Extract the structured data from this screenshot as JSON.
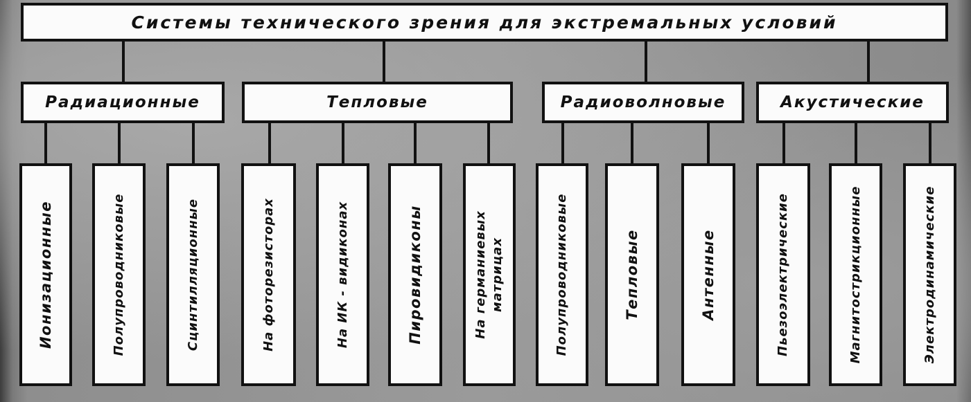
{
  "title": "Системы технического зрения для экстремальных условий",
  "categories": [
    {
      "label": "Радиационные",
      "items": [
        "Ионизационные",
        "Полупроводниковые",
        "Сцинтилляционные"
      ]
    },
    {
      "label": "Тепловые",
      "items": [
        "На фоторезисторах",
        "На ИК - видиконах",
        "Пировидиконы",
        "На германиевых\nматрицах"
      ]
    },
    {
      "label": "Радиоволновые",
      "items": [
        "Полупроводниковые",
        "Тепловые",
        "Антенные"
      ]
    },
    {
      "label": "Акустические",
      "items": [
        "Пьезоэлектрические",
        "Магнитострикционные",
        "Электродинамические"
      ]
    }
  ]
}
